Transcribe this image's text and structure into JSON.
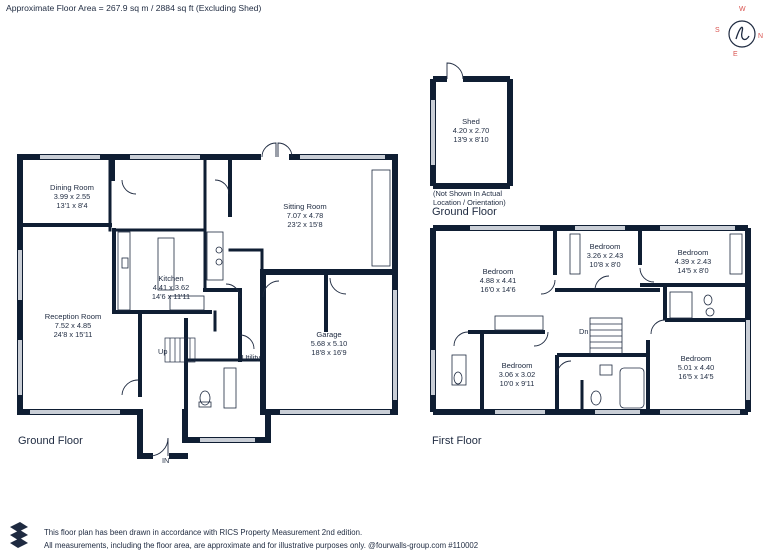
{
  "header": {
    "area_text": "Approximate Floor Area = 267.9 sq m / 2884 sq ft (Excluding Shed)"
  },
  "compass": {
    "north": "N",
    "south": "S",
    "east": "E",
    "west": "W"
  },
  "floors": {
    "ground": "Ground Floor",
    "first": "First Floor",
    "shed_floor": "Ground Floor"
  },
  "shed_note": {
    "line1": "(Not Shown In Actual",
    "line2": "Location / Orientation)"
  },
  "rooms": {
    "dining": {
      "name": "Dining Room",
      "metric": "3.99 x 2.55",
      "imperial": "13'1 x 8'4"
    },
    "sitting": {
      "name": "Sitting Room",
      "metric": "7.07 x 4.78",
      "imperial": "23'2 x 15'8"
    },
    "kitchen": {
      "name": "Kitchen",
      "metric": "4.41 x 3.62",
      "imperial": "14'6 x 11'11"
    },
    "reception": {
      "name": "Reception Room",
      "metric": "7.52 x 4.85",
      "imperial": "24'8 x 15'11"
    },
    "garage": {
      "name": "Garage",
      "metric": "5.68 x 5.10",
      "imperial": "18'8 x 16'9"
    },
    "utility": {
      "name": "Utility"
    },
    "shed": {
      "name": "Shed",
      "metric": "4.20 x 2.70",
      "imperial": "13'9 x 8'10"
    },
    "bed1": {
      "name": "Bedroom",
      "metric": "4.88 x 4.41",
      "imperial": "16'0 x 14'6"
    },
    "bed2": {
      "name": "Bedroom",
      "metric": "3.26 x 2.43",
      "imperial": "10'8 x 8'0"
    },
    "bed3": {
      "name": "Bedroom",
      "metric": "4.39 x 2.43",
      "imperial": "14'5 x 8'0"
    },
    "bed4": {
      "name": "Bedroom",
      "metric": "3.06 x 3.02",
      "imperial": "10'0 x 9'11"
    },
    "bed5": {
      "name": "Bedroom",
      "metric": "5.01 x 4.40",
      "imperial": "16'5 x 14'5"
    }
  },
  "stairs": {
    "up": "Up",
    "down": "Dn"
  },
  "entrance": "IN",
  "footer": {
    "line1": "This floor plan has been drawn in accordance with RICS Property Measurement 2nd edition.",
    "line2": "All measurements, including the floor area, are approximate and for illustrative purposes only. @fourwalls-group.com #110002"
  },
  "colors": {
    "wall": "#0f1e33",
    "text": "#1e2a40",
    "window": "#c9ced6",
    "compass_letters": "#d9534f"
  }
}
